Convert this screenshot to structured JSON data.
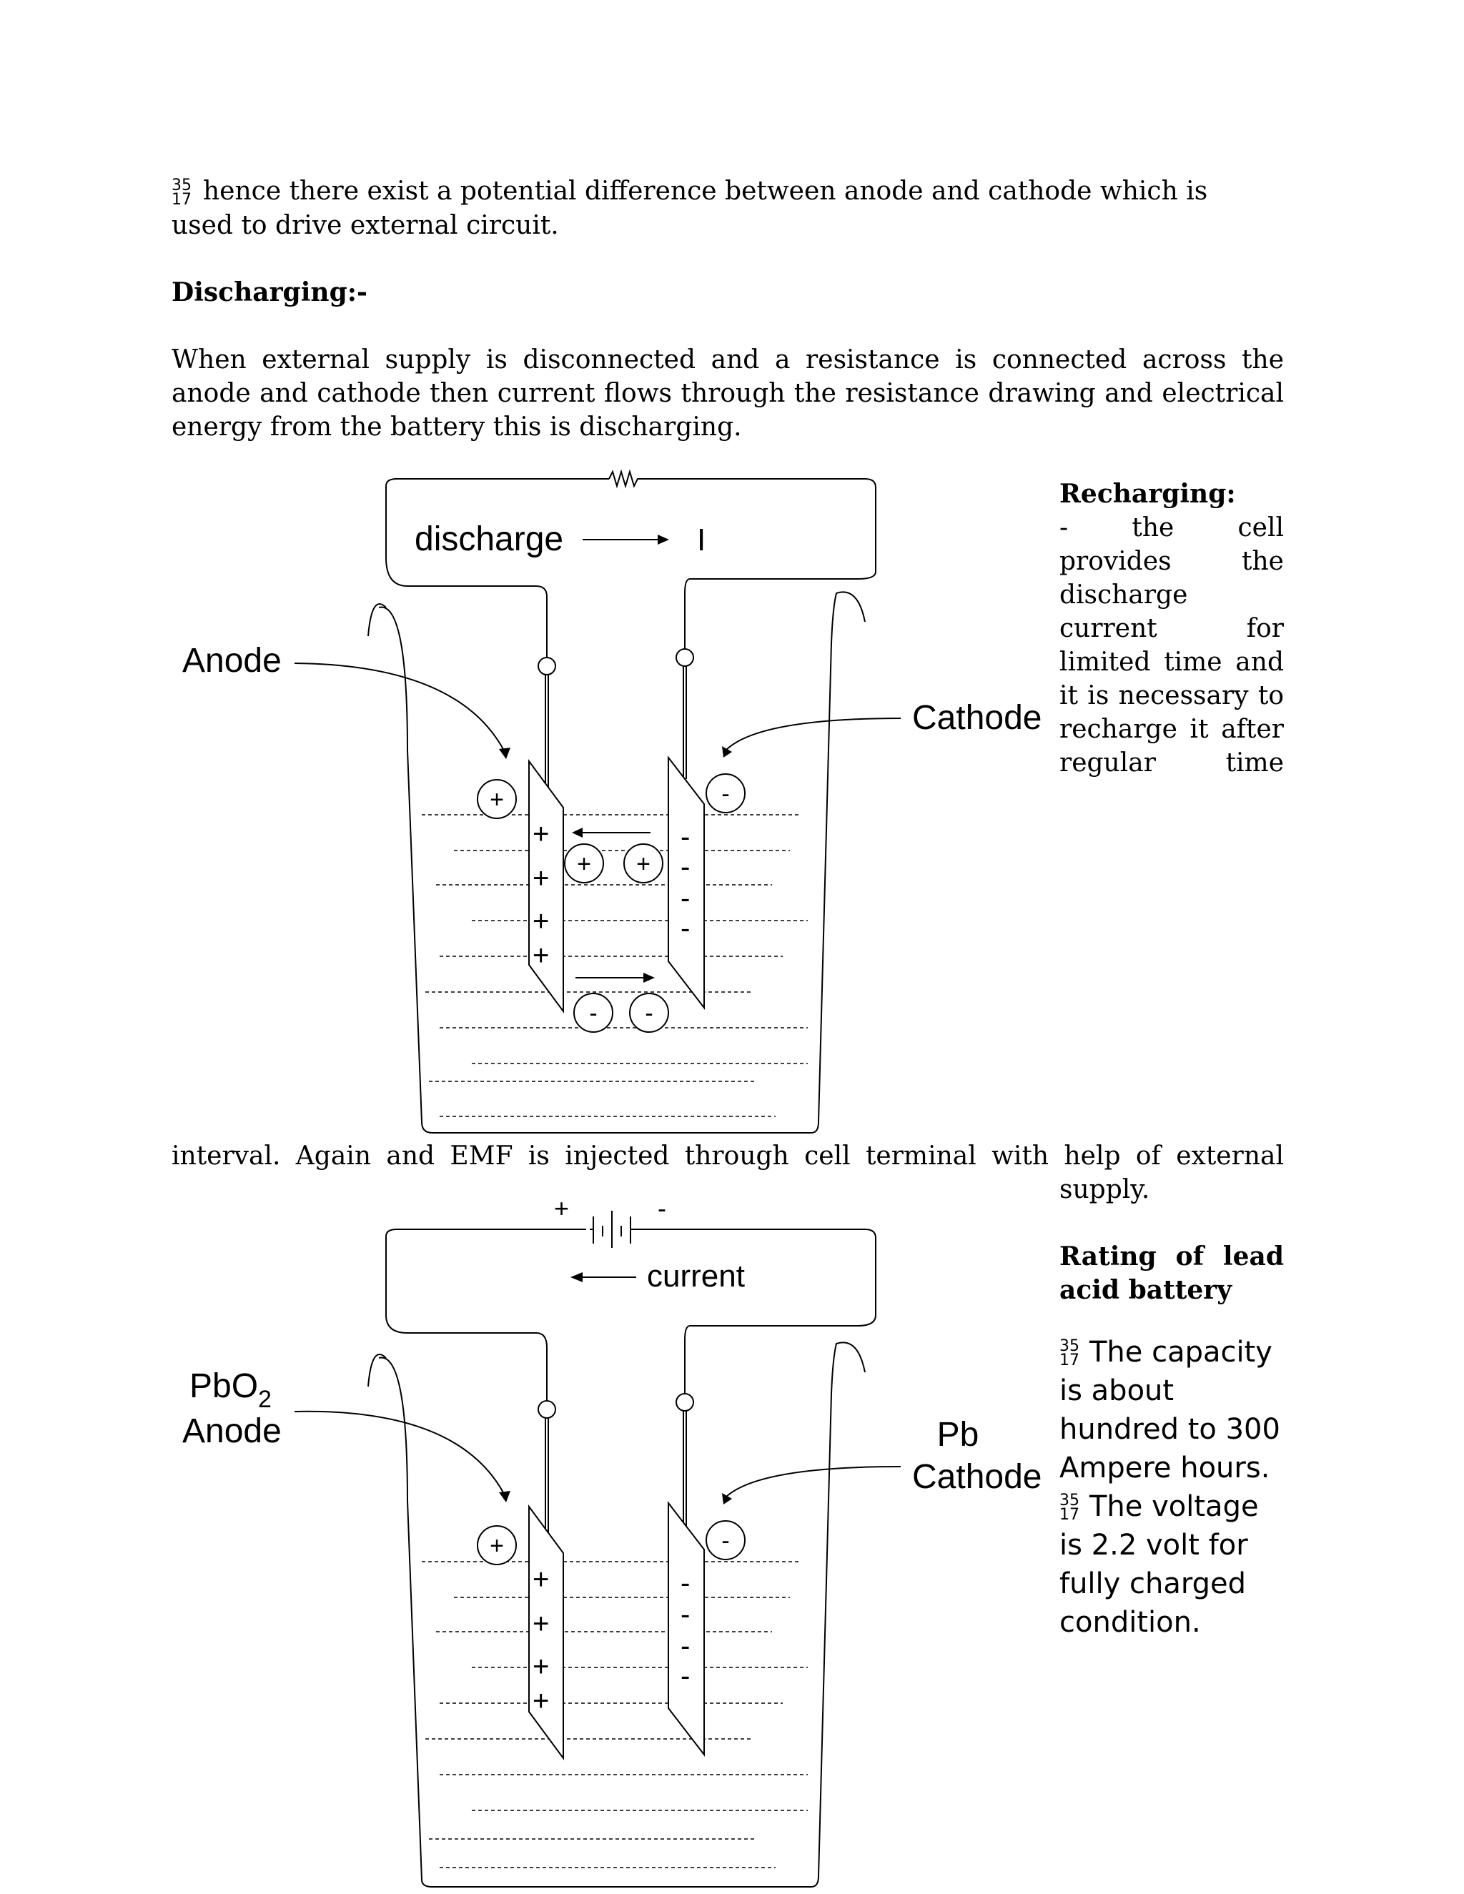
{
  "page": {
    "intro": {
      "bullet_top": "35",
      "bullet_bottom": "17",
      "line1": "hence there exist a potential difference between anode and cathode which is",
      "line2": "used to drive external circuit."
    },
    "discharging": {
      "heading": "Discharging:-",
      "line1": "When external supply is disconnected and a resistance is connected across the",
      "line2": "anode and cathode then current flows through the resistance drawing and electrical",
      "line3": "energy from the battery this is discharging."
    },
    "recharging": {
      "heading": "Recharging:",
      "lines": [
        "- the cell",
        "provides the",
        "discharge",
        "current for",
        "limited time and",
        "it is necessary to",
        "recharge it after",
        "regular time"
      ],
      "continuation": "interval. Again and EMF is injected through cell terminal with help of external",
      "supply": "supply."
    },
    "rating": {
      "heading_line1": "Rating of lead",
      "heading_line2": "acid battery",
      "bullets": [
        {
          "marker_top": "35",
          "marker_bottom": "17",
          "lines": [
            "The capacity",
            "is about",
            "hundred to 300",
            "Ampere hours."
          ]
        },
        {
          "marker_top": "35",
          "marker_bottom": "17",
          "lines": [
            "The voltage",
            "is 2.2 volt for",
            "fully charged",
            "condition."
          ]
        }
      ]
    },
    "diagram1": {
      "discharge_label": "discharge",
      "current_symbol": "I",
      "anode_label": "Anode",
      "cathode_label": "Cathode",
      "plus": "+",
      "minus": "-"
    },
    "diagram2": {
      "battery_plus": "+",
      "battery_minus": "-",
      "current_label": "current",
      "anode_formula": "PbO",
      "anode_subscript": "2",
      "anode_label": "Anode",
      "cathode_formula": "Pb",
      "cathode_label": "Cathode",
      "plus": "+",
      "minus": "-"
    }
  }
}
